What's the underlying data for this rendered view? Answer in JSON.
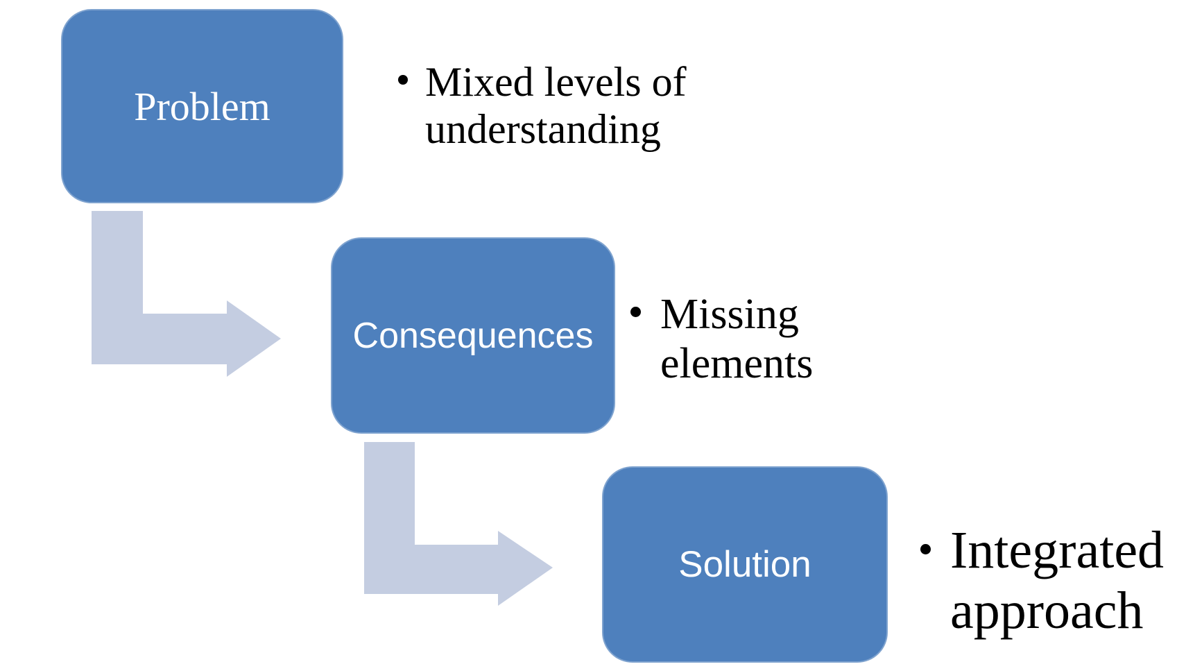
{
  "diagram": {
    "type": "step-down-process",
    "steps": [
      {
        "label": "Problem",
        "bullet": "Mixed levels of understanding"
      },
      {
        "label": "Consequences",
        "bullet": "Missing elements"
      },
      {
        "label": "Solution",
        "bullet": "Integrated approach"
      }
    ],
    "colors": {
      "box_fill": "#4E80BD",
      "box_label_text": "#FFFFFF",
      "arrow_fill": "#C4CDE1",
      "bullet_text": "#000000",
      "background": "#FFFFFF"
    }
  }
}
